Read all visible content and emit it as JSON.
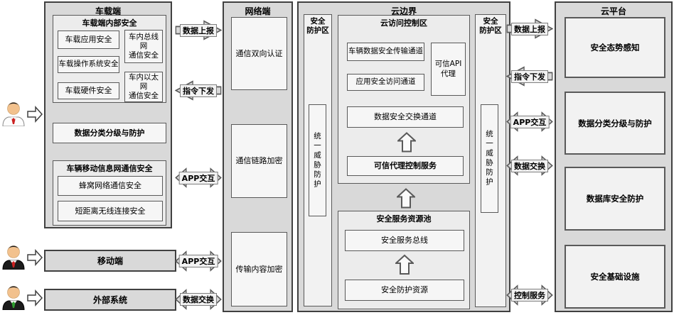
{
  "colors": {
    "column_bg": "#d9d9d9",
    "box_bg": "#f6f6f6",
    "group_bg": "#ececec",
    "border_dark": "#404040",
    "border_mid": "#595959",
    "arrow_fill": "#d9d9d9",
    "skin": "#f2c18d"
  },
  "actors": [
    {
      "name": "driver-user",
      "suit": "#fdfdfd",
      "suit_stroke": "#8c8c8c",
      "tie": "#cc2222"
    },
    {
      "name": "mobile-user",
      "suit": "#1c1c1c",
      "suit_stroke": "#000000",
      "tie": "#cc2222"
    },
    {
      "name": "external-user",
      "suit": "#1c1c1c",
      "suit_stroke": "#000000",
      "tie": "#2f9e2f"
    }
  ],
  "vehicle_terminal": {
    "title": "车载端",
    "internal_security": {
      "title": "车载端内部安全",
      "items_left": [
        "车载应用安全",
        "车载操作系统安全",
        "车载硬件安全"
      ],
      "items_right": [
        "车内总线网\n通信安全",
        "车内以太网\n通信安全"
      ]
    },
    "data_protection": "数据分类分级与防护",
    "mobile_info_net": {
      "title": "车辆移动信息网通信安全",
      "items": [
        "蜂窝网络通信安全",
        "短距离无线连接安全"
      ]
    }
  },
  "mobile_terminal": "移动端",
  "external_system": "外部系统",
  "network_terminal": {
    "title": "网络端",
    "items": [
      "通信双向认证",
      "通信链路加密",
      "传输内容加密"
    ]
  },
  "arrows_left": [
    {
      "label": "数据上报",
      "direction": "right"
    },
    {
      "label": "指令下发",
      "direction": "left"
    },
    {
      "label": "APP交互",
      "direction": "both"
    },
    {
      "label": "APP交互",
      "direction": "both"
    },
    {
      "label": "数据交换",
      "direction": "both"
    }
  ],
  "cloud_boundary": {
    "title": "云边界",
    "left_protection_zone": {
      "title": "安全\n防护区",
      "inner": "统一威胁防护"
    },
    "access_control_zone": {
      "title": "云访问控制区",
      "vehicle_data_channel": "车辆数据安全传输通道",
      "trusted_api_proxy": "可信API\n代理",
      "app_access_channel": "应用安全访问通道",
      "data_exchange_channel": "数据安全交换通道",
      "trusted_proxy_service": "可信代理控制服务"
    },
    "service_resource_pool": {
      "title": "安全服务资源池",
      "service_bus": "安全服务总线",
      "protection_resources": "安全防护资源"
    },
    "right_protection_zone": {
      "title": "安全\n防护区",
      "inner": "统一威胁防护"
    }
  },
  "arrows_right": [
    {
      "label": "数据上报",
      "direction": "right"
    },
    {
      "label": "指令下发",
      "direction": "left"
    },
    {
      "label": "APP交互",
      "direction": "both"
    },
    {
      "label": "数据交换",
      "direction": "both"
    },
    {
      "label": "控制服务",
      "direction": "both"
    }
  ],
  "cloud_platform": {
    "title": "云平台",
    "items": [
      "安全态势感知",
      "数据分类分级与防护",
      "数据库安全防护",
      "安全基础设施"
    ]
  }
}
